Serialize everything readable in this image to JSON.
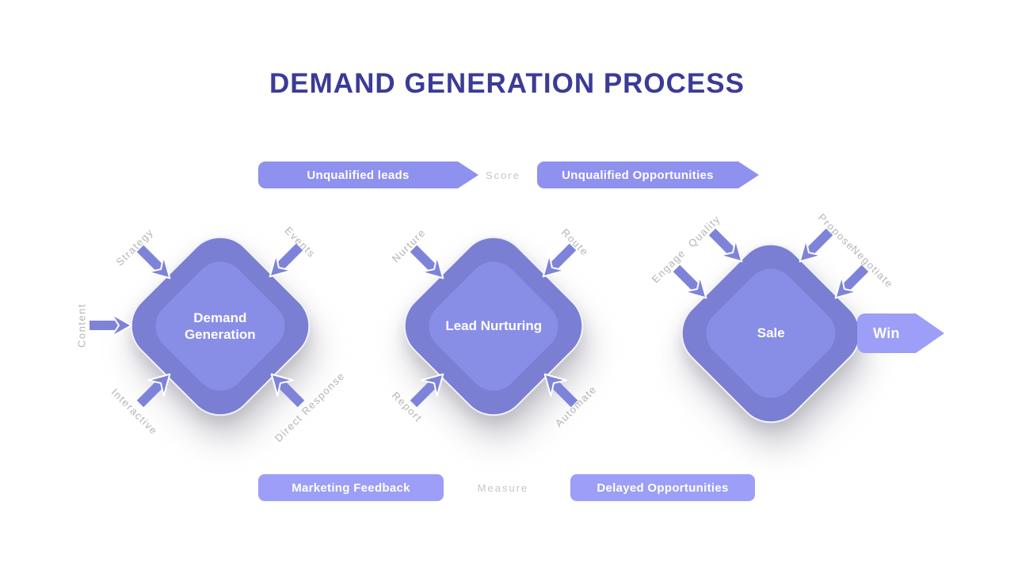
{
  "title": "DEMAND GENERATION PROCESS",
  "flow": {
    "top": {
      "left_ribbon": "Unqualified leads",
      "connector": "Score",
      "right_ribbon": "Unqualified Opportunities"
    },
    "bottom": {
      "left_ribbon": "Marketing Feedback",
      "connector": "Measure",
      "right_ribbon": "Delayed Opportunities"
    },
    "win_ribbon": "Win"
  },
  "stages": [
    {
      "label": "Demand Generation",
      "inputs": {
        "top_left": "Strategy",
        "top_right": "Events",
        "left": "Content",
        "bottom_left": "Interactive",
        "bottom_right": "Direct Response"
      }
    },
    {
      "label": "Lead Nurturing",
      "inputs": {
        "top_left": "Nurture",
        "top_right": "Route",
        "bottom_left": "Report",
        "bottom_right": "Automate"
      }
    },
    {
      "label": "Sale",
      "inputs": {
        "far_top_left": "Engage",
        "top_left": "Quality",
        "top_right": "Propose",
        "far_top_right": "Negotiate"
      }
    }
  ],
  "colors": {
    "title": "#3b3b97",
    "diamond_outer": "#7a7fd3",
    "diamond_inner": "#888de6",
    "arrow": "#7e83da",
    "ribbon_top": "#8e91ee",
    "ribbon_bottom": "#9c9ef7",
    "label_gray": "#b5b5b5"
  }
}
